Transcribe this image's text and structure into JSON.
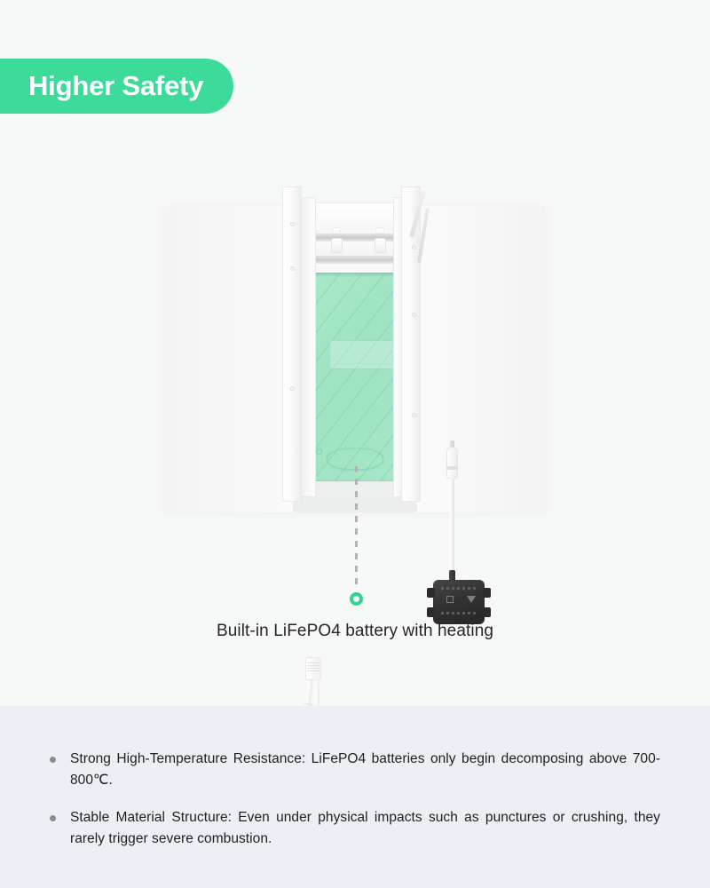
{
  "header": {
    "badge_label": "Higher Safety",
    "badge_color": "#3ddb9a"
  },
  "product": {
    "caption": "Built-in LiFePO4 battery with heating",
    "callout_marker_color": "#2fd48f",
    "battery_color": "#a6e6c7",
    "connector_box_color": "#333333",
    "chassis_color": "#f4f4f5"
  },
  "specs": {
    "background_color": "#eceff3",
    "items": [
      {
        "text": "Strong High-Temperature Resistance: LiFePO4 batteries only begin decomposing above 700-800℃."
      },
      {
        "text": "Stable Material Structure: Even under physical impacts such as punctures or crushing, they rarely trigger severe combustion."
      }
    ]
  }
}
